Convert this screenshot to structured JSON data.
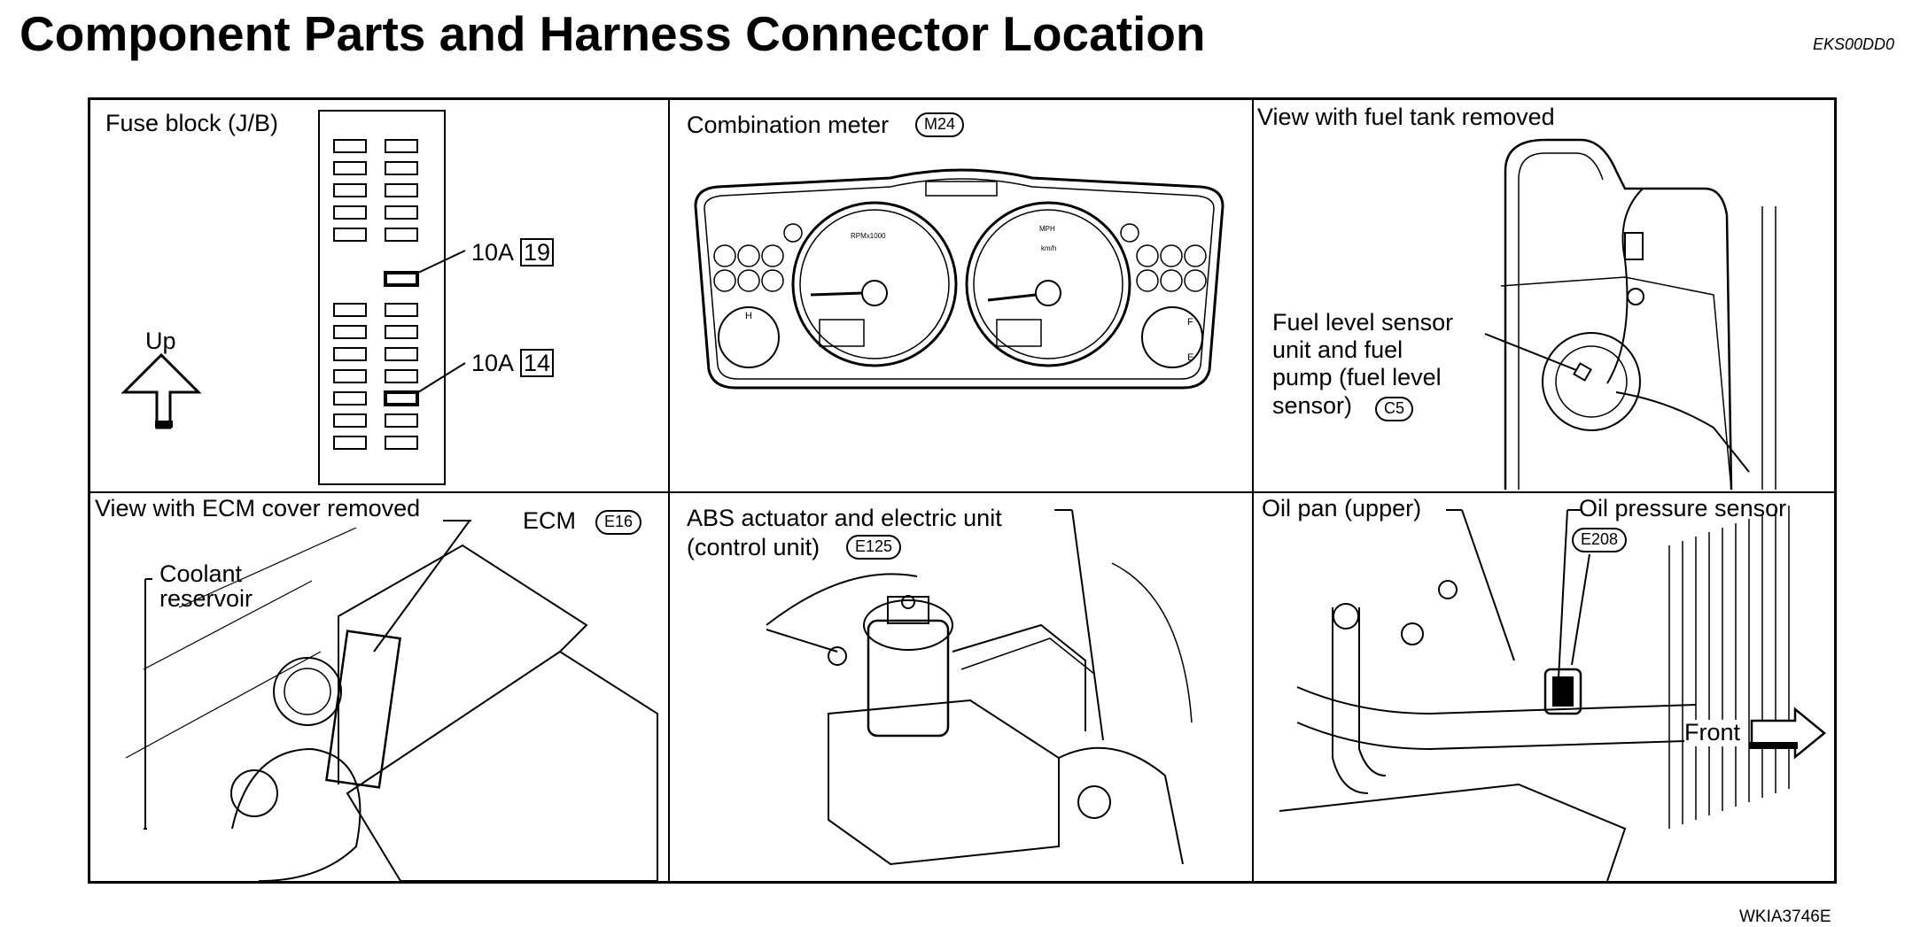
{
  "header": {
    "title": "Component Parts and Harness Connector Location",
    "code": "EKS00DD0"
  },
  "footer": {
    "code": "WKIA3746E"
  },
  "panels": {
    "fuse_block": {
      "title": "Fuse block (J/B)",
      "fuse1_amp": "10A",
      "fuse1_num": "19",
      "fuse2_amp": "10A",
      "fuse2_num": "14",
      "arrow_label": "Up"
    },
    "combination_meter": {
      "title": "Combination meter",
      "connector": "M24",
      "rpm_label": "RPMx1000",
      "mph_label": "MPH",
      "kmh_label": "km/h",
      "h_label": "H",
      "f_label": "F",
      "e_label": "E"
    },
    "fuel_tank": {
      "title": "View with fuel tank removed",
      "callout_line1": "Fuel level sensor",
      "callout_line2": "unit and fuel",
      "callout_line3": "pump (fuel level",
      "callout_line4": "sensor)",
      "connector": "C5"
    },
    "ecm": {
      "title": "View with ECM cover removed",
      "ecm_label": "ECM",
      "connector": "E16",
      "coolant_line1": "Coolant",
      "coolant_line2": "reservoir"
    },
    "abs": {
      "title_line1": "ABS actuator and electric unit",
      "title_line2": "(control unit)",
      "connector": "E125"
    },
    "oil": {
      "oil_pan_label": "Oil pan (upper)",
      "sensor_label": "Oil pressure sensor",
      "connector": "E208",
      "front_label": "Front"
    }
  }
}
